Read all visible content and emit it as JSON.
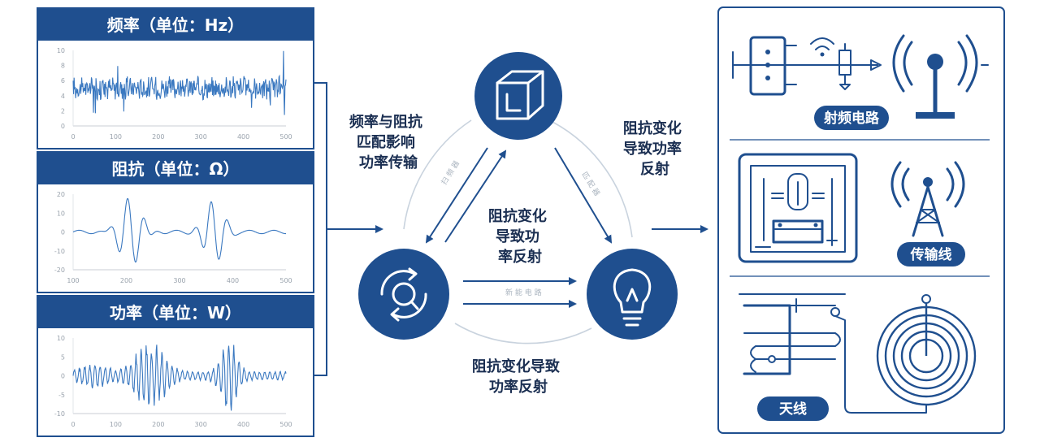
{
  "colors": {
    "primary": "#1f4f8f",
    "dark": "#1b2f52",
    "light_arc": "#c9d3de"
  },
  "panels": [
    {
      "title": "频率（单位：Hz）",
      "wave": "noise",
      "y_ticks": [
        "10",
        "8",
        "6",
        "4",
        "2",
        "0"
      ],
      "x_ticks": [
        "0",
        "100",
        "200",
        "300",
        "400",
        "500"
      ]
    },
    {
      "title": "阻抗（单位：Ω）",
      "wave": "packet",
      "y_ticks": [
        "20",
        "10",
        "0",
        "-10",
        "-20"
      ],
      "x_ticks": [
        "100",
        "200",
        "300",
        "400",
        "500"
      ]
    },
    {
      "title": "功率（单位：W）",
      "wave": "burst",
      "y_ticks": [
        "10",
        "5",
        "0",
        "-5",
        "-10"
      ],
      "x_ticks": [
        "0",
        "100",
        "200",
        "300",
        "400",
        "500"
      ]
    }
  ],
  "center": {
    "left_label": [
      "频率与阻抗",
      "匹配影响",
      "功率传输"
    ],
    "right_label": [
      "阻抗变化",
      "导致功率",
      "反射"
    ],
    "inner_label": [
      "阻抗变化",
      "导致功",
      "率反射"
    ],
    "bottom_label": [
      "阻抗变化导致",
      "功率反射"
    ],
    "nodes": [
      {
        "name": "component-node",
        "icon": "cube-icon"
      },
      {
        "name": "cycle-node",
        "icon": "cycle-icon"
      },
      {
        "name": "lightbulb-node",
        "icon": "lightbulb-icon"
      }
    ]
  },
  "right": {
    "sections": [
      {
        "badge": "射频电路",
        "icon": "rf-circuit-icon"
      },
      {
        "badge": "传输线",
        "icon": "transmission-tower-icon"
      },
      {
        "badge": "天线",
        "icon": "coil-antenna-icon"
      }
    ]
  }
}
